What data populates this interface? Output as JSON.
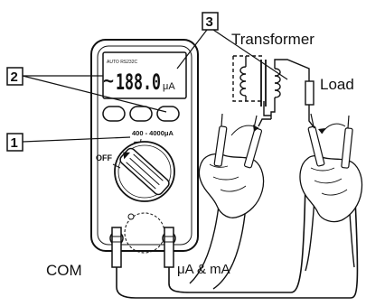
{
  "callouts": {
    "one": "1",
    "two": "2",
    "three": "3"
  },
  "labels": {
    "transformer": "Transformer",
    "load": "Load",
    "com": "COM",
    "ua_ma": "μA & mA",
    "off": "OFF"
  },
  "meter": {
    "lcd_top_text": "AUTO RS232C",
    "lcd_tilde": "~",
    "lcd_value": "188.0",
    "lcd_unit": "μA",
    "range_text": "400 - 4000μA",
    "range_symbol": "⎓/~"
  }
}
